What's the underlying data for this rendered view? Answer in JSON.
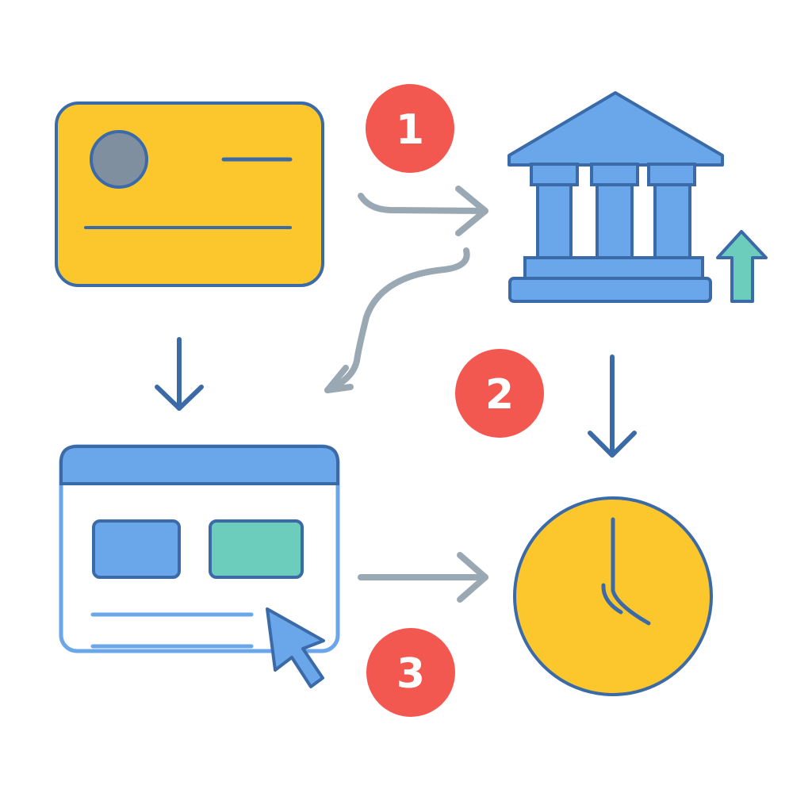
{
  "colors": {
    "outline": "#3b6aa8",
    "card_fill": "#fcc72d",
    "blue_fill": "#6aa6ea",
    "teal_fill": "#6dcdbd",
    "badge_fill": "#f2584f",
    "connector_gray": "#9aa8b4",
    "connector_blue": "#3b6aa8"
  },
  "icons": {
    "card": "credit-card-icon",
    "bank": "bank-icon",
    "growth": "up-arrow-icon",
    "browser": "browser-window-icon",
    "cursor": "mouse-cursor-icon",
    "clock": "clock-icon"
  },
  "steps": [
    {
      "label": "1"
    },
    {
      "label": "2"
    },
    {
      "label": "3"
    }
  ]
}
